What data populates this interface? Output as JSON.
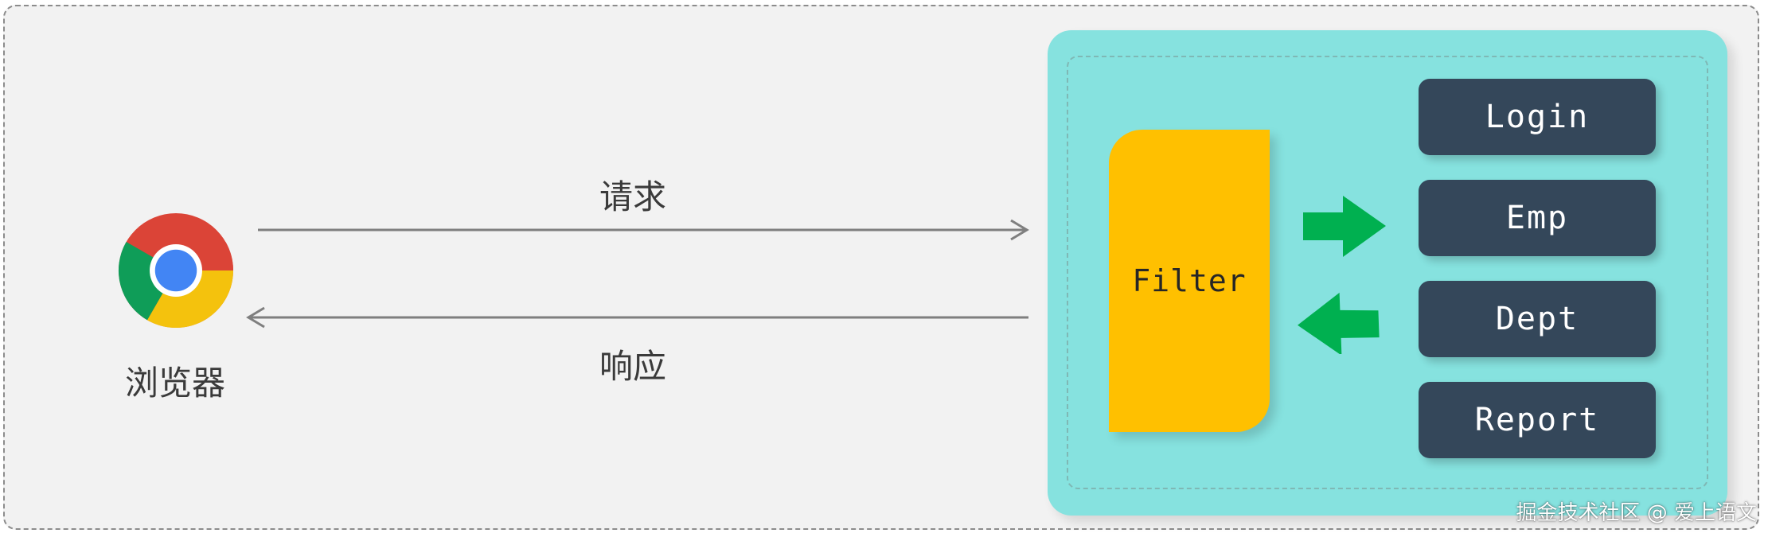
{
  "browser": {
    "label": "浏览器",
    "icon": "chrome-icon"
  },
  "flows": {
    "request_label": "请求",
    "response_label": "响应"
  },
  "server": {
    "filter_label": "Filter",
    "resources": [
      "Login",
      "Emp",
      "Dept",
      "Report"
    ]
  },
  "watermark": "掘金技术社区 @ 爱上语文",
  "colors": {
    "server_bg": "#86e2df",
    "filter": "#ffc000",
    "resource_bg": "#34475a",
    "green_arrow": "#00b050",
    "line_gray": "#7f7f7f"
  }
}
